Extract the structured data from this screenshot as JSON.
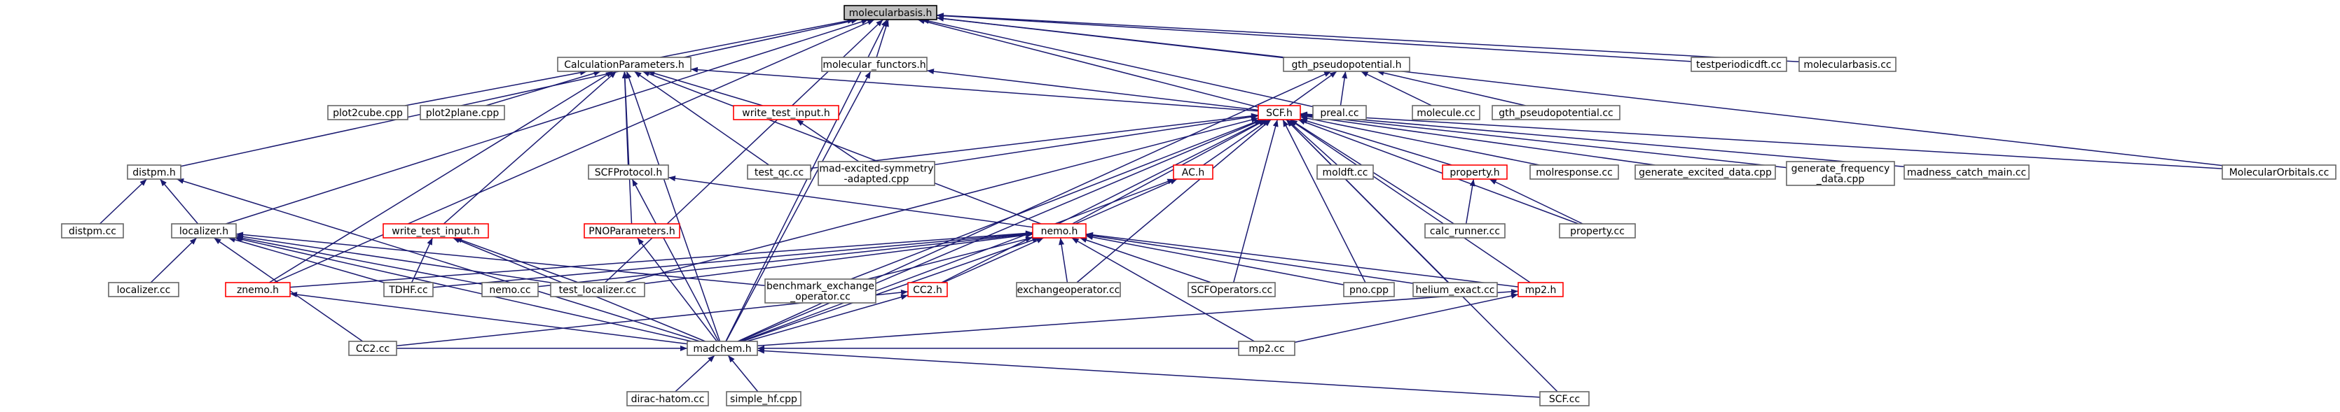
{
  "graph": {
    "nodes": [
      {
        "id": "molecularbasis_h",
        "lines": [
          "molecularbasis.h"
        ],
        "current": true
      },
      {
        "id": "calcparams_h",
        "lines": [
          "CalculationParameters.h"
        ]
      },
      {
        "id": "molfunctors_h",
        "lines": [
          "molecular_functors.h"
        ]
      },
      {
        "id": "gth_h",
        "lines": [
          "gth_pseudopotential.h"
        ]
      },
      {
        "id": "testperiodicdft_cc",
        "lines": [
          "testperiodicdft.cc"
        ]
      },
      {
        "id": "molecularbasis_cc",
        "lines": [
          "molecularbasis.cc"
        ]
      },
      {
        "id": "plot2cube_cpp",
        "lines": [
          "plot2cube.cpp"
        ]
      },
      {
        "id": "plot2plane_cpp",
        "lines": [
          "plot2plane.cpp"
        ]
      },
      {
        "id": "write_test_input_h_a",
        "lines": [
          "write_test_input.h"
        ],
        "red": true
      },
      {
        "id": "scf_h",
        "lines": [
          "SCF.h"
        ],
        "red": true
      },
      {
        "id": "preal_cc",
        "lines": [
          "preal.cc"
        ]
      },
      {
        "id": "molecule_cc",
        "lines": [
          "molecule.cc"
        ]
      },
      {
        "id": "gth_cc",
        "lines": [
          "gth_pseudopotential.cc"
        ]
      },
      {
        "id": "distpm_h",
        "lines": [
          "distpm.h"
        ]
      },
      {
        "id": "scfprotocol_h",
        "lines": [
          "SCFProtocol.h"
        ]
      },
      {
        "id": "test_qc_cc",
        "lines": [
          "test_qc.cc"
        ]
      },
      {
        "id": "mad_excited_cpp",
        "lines": [
          "mad-excited-symmetry",
          "-adapted.cpp"
        ]
      },
      {
        "id": "ac_h",
        "lines": [
          "AC.h"
        ],
        "red": true
      },
      {
        "id": "moldft_cc",
        "lines": [
          "moldft.cc"
        ]
      },
      {
        "id": "property_h",
        "lines": [
          "property.h"
        ],
        "red": true
      },
      {
        "id": "molresponse_cc",
        "lines": [
          "molresponse.cc"
        ]
      },
      {
        "id": "gen_excited_cpp",
        "lines": [
          "generate_excited_data.cpp"
        ]
      },
      {
        "id": "gen_freq_cpp",
        "lines": [
          "generate_frequency",
          "_data.cpp"
        ]
      },
      {
        "id": "madness_catch_cc",
        "lines": [
          "madness_catch_main.cc"
        ]
      },
      {
        "id": "molecularorbitals_cc",
        "lines": [
          "MolecularOrbitals.cc"
        ]
      },
      {
        "id": "distpm_cc",
        "lines": [
          "distpm.cc"
        ]
      },
      {
        "id": "localizer_h",
        "lines": [
          "localizer.h"
        ]
      },
      {
        "id": "write_test_input_h_b",
        "lines": [
          "write_test_input.h"
        ],
        "red": true
      },
      {
        "id": "pnoparams_h",
        "lines": [
          "PNOParameters.h"
        ],
        "red": true
      },
      {
        "id": "nemo_h",
        "lines": [
          "nemo.h"
        ],
        "red": true
      },
      {
        "id": "calc_runner_cc",
        "lines": [
          "calc_runner.cc"
        ]
      },
      {
        "id": "property_cc",
        "lines": [
          "property.cc"
        ]
      },
      {
        "id": "localizer_cc",
        "lines": [
          "localizer.cc"
        ]
      },
      {
        "id": "znemo_h",
        "lines": [
          "znemo.h"
        ],
        "red": true
      },
      {
        "id": "tdhf_cc",
        "lines": [
          "TDHF.cc"
        ]
      },
      {
        "id": "nemo_cc",
        "lines": [
          "nemo.cc"
        ]
      },
      {
        "id": "test_localizer_cc",
        "lines": [
          "test_localizer.cc"
        ]
      },
      {
        "id": "benchmark_cc",
        "lines": [
          "benchmark_exchange",
          "_operator.cc"
        ]
      },
      {
        "id": "cc2_h",
        "lines": [
          "CC2.h"
        ],
        "red": true
      },
      {
        "id": "exchangeop_cc",
        "lines": [
          "exchangeoperator.cc"
        ]
      },
      {
        "id": "scfoperators_cc",
        "lines": [
          "SCFOperators.cc"
        ]
      },
      {
        "id": "pno_cpp",
        "lines": [
          "pno.cpp"
        ]
      },
      {
        "id": "helium_exact_cc",
        "lines": [
          "helium_exact.cc"
        ]
      },
      {
        "id": "mp2_h",
        "lines": [
          "mp2.h"
        ],
        "red": true
      },
      {
        "id": "cc2_cc",
        "lines": [
          "CC2.cc"
        ]
      },
      {
        "id": "madchem_h",
        "lines": [
          "madchem.h"
        ]
      },
      {
        "id": "mp2_cc",
        "lines": [
          "mp2.cc"
        ]
      },
      {
        "id": "dirac_hatom_cc",
        "lines": [
          "dirac-hatom.cc"
        ]
      },
      {
        "id": "simple_hf_cpp",
        "lines": [
          "simple_hf.cpp"
        ]
      },
      {
        "id": "scf_cc",
        "lines": [
          "SCF.cc"
        ]
      }
    ],
    "edges": [
      [
        "calcparams_h",
        "molecularbasis_h"
      ],
      [
        "molfunctors_h",
        "molecularbasis_h"
      ],
      [
        "gth_h",
        "molecularbasis_h"
      ],
      [
        "testperiodicdft_cc",
        "molecularbasis_h"
      ],
      [
        "molecularbasis_cc",
        "molecularbasis_h"
      ],
      [
        "scf_h",
        "molecularbasis_h"
      ],
      [
        "preal_cc",
        "molecularbasis_h"
      ],
      [
        "distpm_h",
        "molecularbasis_h"
      ],
      [
        "localizer_h",
        "molecularbasis_h"
      ],
      [
        "znemo_h",
        "molecularbasis_h"
      ],
      [
        "test_localizer_cc",
        "molecularbasis_h"
      ],
      [
        "madchem_h",
        "molecularbasis_h"
      ],
      [
        "molecularorbitals_cc",
        "molecularbasis_h"
      ],
      [
        "plot2cube_cpp",
        "calcparams_h"
      ],
      [
        "plot2plane_cpp",
        "calcparams_h"
      ],
      [
        "write_test_input_h_a",
        "calcparams_h"
      ],
      [
        "scf_h",
        "calcparams_h"
      ],
      [
        "scfprotocol_h",
        "calcparams_h"
      ],
      [
        "test_qc_cc",
        "calcparams_h"
      ],
      [
        "write_test_input_h_b",
        "calcparams_h"
      ],
      [
        "pnoparams_h",
        "calcparams_h"
      ],
      [
        "nemo_h",
        "calcparams_h"
      ],
      [
        "znemo_h",
        "calcparams_h"
      ],
      [
        "madchem_h",
        "calcparams_h"
      ],
      [
        "scf_h",
        "molfunctors_h"
      ],
      [
        "madchem_h",
        "molfunctors_h"
      ],
      [
        "scf_h",
        "gth_h"
      ],
      [
        "preal_cc",
        "gth_h"
      ],
      [
        "molecule_cc",
        "gth_h"
      ],
      [
        "gth_cc",
        "gth_h"
      ],
      [
        "madchem_h",
        "gth_h"
      ],
      [
        "mad_excited_cpp",
        "write_test_input_h_a"
      ],
      [
        "test_qc_cc",
        "scf_h"
      ],
      [
        "mad_excited_cpp",
        "scf_h"
      ],
      [
        "ac_h",
        "scf_h"
      ],
      [
        "moldft_cc",
        "scf_h"
      ],
      [
        "property_h",
        "scf_h"
      ],
      [
        "molresponse_cc",
        "scf_h"
      ],
      [
        "gen_excited_cpp",
        "scf_h"
      ],
      [
        "gen_freq_cpp",
        "scf_h"
      ],
      [
        "madness_catch_cc",
        "scf_h"
      ],
      [
        "molecularorbitals_cc",
        "scf_h"
      ],
      [
        "calc_runner_cc",
        "scf_h"
      ],
      [
        "property_cc",
        "scf_h"
      ],
      [
        "nemo_h",
        "scf_h"
      ],
      [
        "benchmark_cc",
        "scf_h"
      ],
      [
        "exchangeop_cc",
        "scf_h"
      ],
      [
        "scfoperators_cc",
        "scf_h"
      ],
      [
        "pno_cpp",
        "scf_h"
      ],
      [
        "helium_exact_cc",
        "scf_h"
      ],
      [
        "mp2_h",
        "scf_h"
      ],
      [
        "cc2_h",
        "scf_h"
      ],
      [
        "madchem_h",
        "scf_h"
      ],
      [
        "scf_cc",
        "scf_h"
      ],
      [
        "test_localizer_cc",
        "scf_h"
      ],
      [
        "distpm_cc",
        "distpm_h"
      ],
      [
        "localizer_h",
        "distpm_h"
      ],
      [
        "madchem_h",
        "distpm_h"
      ],
      [
        "nemo_h",
        "scfprotocol_h"
      ],
      [
        "madchem_h",
        "scfprotocol_h"
      ],
      [
        "nemo_h",
        "ac_h"
      ],
      [
        "madchem_h",
        "ac_h"
      ],
      [
        "calc_runner_cc",
        "property_h"
      ],
      [
        "property_cc",
        "property_h"
      ],
      [
        "localizer_cc",
        "localizer_h"
      ],
      [
        "tdhf_cc",
        "localizer_h"
      ],
      [
        "nemo_cc",
        "localizer_h"
      ],
      [
        "test_localizer_cc",
        "localizer_h"
      ],
      [
        "benchmark_cc",
        "localizer_h"
      ],
      [
        "madchem_h",
        "localizer_h"
      ],
      [
        "cc2_cc",
        "localizer_h"
      ],
      [
        "tdhf_cc",
        "write_test_input_h_b"
      ],
      [
        "test_localizer_cc",
        "write_test_input_h_b"
      ],
      [
        "madchem_h",
        "write_test_input_h_b"
      ],
      [
        "madchem_h",
        "pnoparams_h"
      ],
      [
        "znemo_h",
        "nemo_h"
      ],
      [
        "tdhf_cc",
        "nemo_h"
      ],
      [
        "nemo_cc",
        "nemo_h"
      ],
      [
        "test_localizer_cc",
        "nemo_h"
      ],
      [
        "benchmark_cc",
        "nemo_h"
      ],
      [
        "cc2_h",
        "nemo_h"
      ],
      [
        "exchangeop_cc",
        "nemo_h"
      ],
      [
        "scfoperators_cc",
        "nemo_h"
      ],
      [
        "pno_cpp",
        "nemo_h"
      ],
      [
        "helium_exact_cc",
        "nemo_h"
      ],
      [
        "mp2_h",
        "nemo_h"
      ],
      [
        "madchem_h",
        "nemo_h"
      ],
      [
        "mp2_cc",
        "nemo_h"
      ],
      [
        "madchem_h",
        "znemo_h"
      ],
      [
        "cc2_cc",
        "cc2_h"
      ],
      [
        "madchem_h",
        "cc2_h"
      ],
      [
        "mp2_cc",
        "mp2_h"
      ],
      [
        "madchem_h",
        "mp2_h"
      ],
      [
        "mp2_cc",
        "madchem_h"
      ],
      [
        "dirac_hatom_cc",
        "madchem_h"
      ],
      [
        "simple_hf_cpp",
        "madchem_h"
      ],
      [
        "scf_cc",
        "madchem_h"
      ],
      [
        "cc2_cc",
        "madchem_h"
      ]
    ]
  }
}
